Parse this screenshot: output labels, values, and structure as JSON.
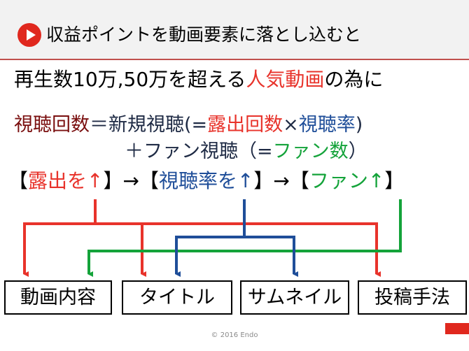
{
  "header": {
    "title": "収益ポイントを動画要素に落とし込むと",
    "icon": "play-button-icon",
    "accent_color": "#c0504d",
    "icon_color": "#e0281e"
  },
  "lead": {
    "prefix": "再生数10万,50万を超える",
    "highlight": "人気動画",
    "suffix": "の為に"
  },
  "formula": {
    "views": "視聴回数",
    "equals": "＝新規視聴(=",
    "exposure": "露出回数",
    "times": "×",
    "rate": "視聴率",
    "close1": ")",
    "plus": "＋ファン視聴（=",
    "fans": "ファン数",
    "close2": "）"
  },
  "steps": {
    "open1": "【",
    "s1": "露出を↑",
    "close1": "】→【",
    "s2": "視聴率を↑",
    "close2": "】→【",
    "s3": "ファン↑",
    "close3": "】"
  },
  "boxes": [
    "動画内容",
    "タイトル",
    "サムネイル",
    "投稿手法"
  ],
  "footer": {
    "copyright": "© 2016 Endo"
  },
  "colors": {
    "red": "#e8332b",
    "blue": "#1f4e99",
    "green": "#14a33a"
  }
}
